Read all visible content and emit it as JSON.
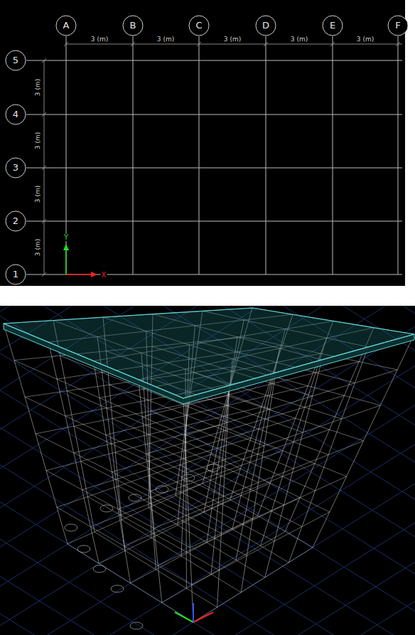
{
  "diagram": {
    "nodes": [
      {
        "text": [
          "A"
        ]
      },
      {
        "text": [
          "B"
        ]
      },
      {
        "text": [
          "C"
        ]
      },
      {
        "text": [
          "D"
        ]
      },
      {
        "text": [
          "E"
        ]
      },
      {
        "text": [
          "F"
        ]
      },
      {
        "text": [
          "5"
        ]
      },
      {
        "text": [
          "4"
        ]
      },
      {
        "text": [
          "3"
        ]
      },
      {
        "text": [
          "2"
        ]
      },
      {
        "text": [
          "1"
        ]
      }
    ],
    "labels": [
      "3 (m)",
      "3 (m)",
      "3 (m)",
      "3 (m)",
      "3 (m)",
      "3 (m)",
      "3 (m)",
      "3 (m)",
      "3 (m)",
      "Y",
      "X"
    ]
  }
}
